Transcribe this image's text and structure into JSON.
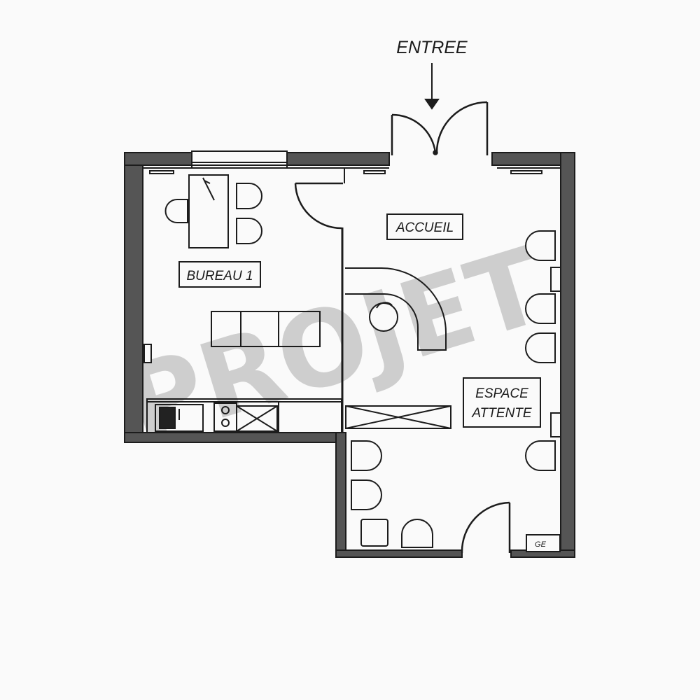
{
  "labels": {
    "entrance": "ENTREE",
    "reception": "ACCUEIL",
    "office": "BUREAU 1",
    "waiting_line1": "ESPACE",
    "waiting_line2": "ATTENTE",
    "ge": "GE"
  },
  "watermark": "PROJET",
  "colors": {
    "wall_fill": "#555555",
    "line": "#1c1c1c",
    "background": "#fafafa",
    "watermark": "#9a9a9a"
  }
}
